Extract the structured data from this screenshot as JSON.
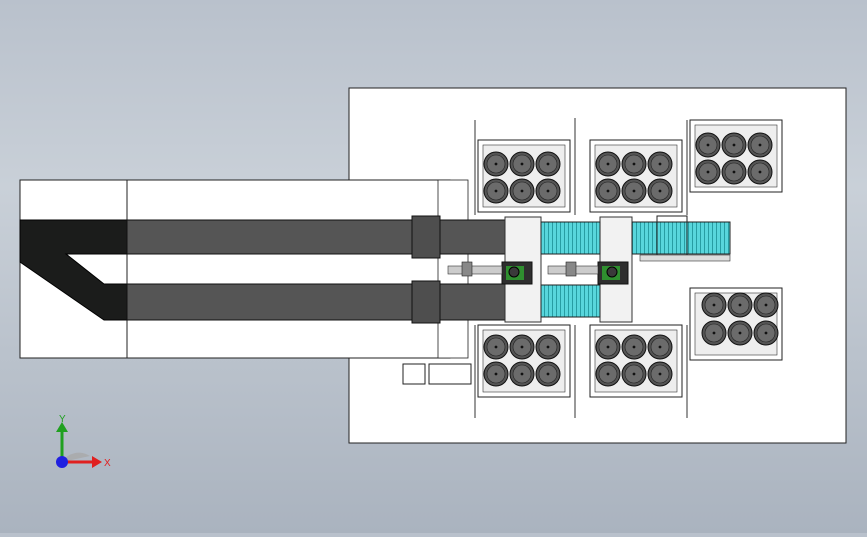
{
  "view": {
    "background_top": "#b9c1cc",
    "background_bottom": "#aab3bf",
    "paper_color": "#ffffff",
    "line_color": "#222222",
    "conveyor_color": "#5a5a5a",
    "conveyor_dark_color": "#1e1e1e",
    "cyan_roller_color": "#4fd3d8",
    "robot_color": "#2f8f2f"
  },
  "triad": {
    "x_label": "X",
    "y_label": "Y",
    "x_color": "#e02020",
    "y_color": "#20a020",
    "z_color": "#2020e0"
  },
  "layout": {
    "rack_count_top": 3,
    "rack_count_bottom": 3,
    "drums_per_rack": 6,
    "robot_count": 2
  }
}
